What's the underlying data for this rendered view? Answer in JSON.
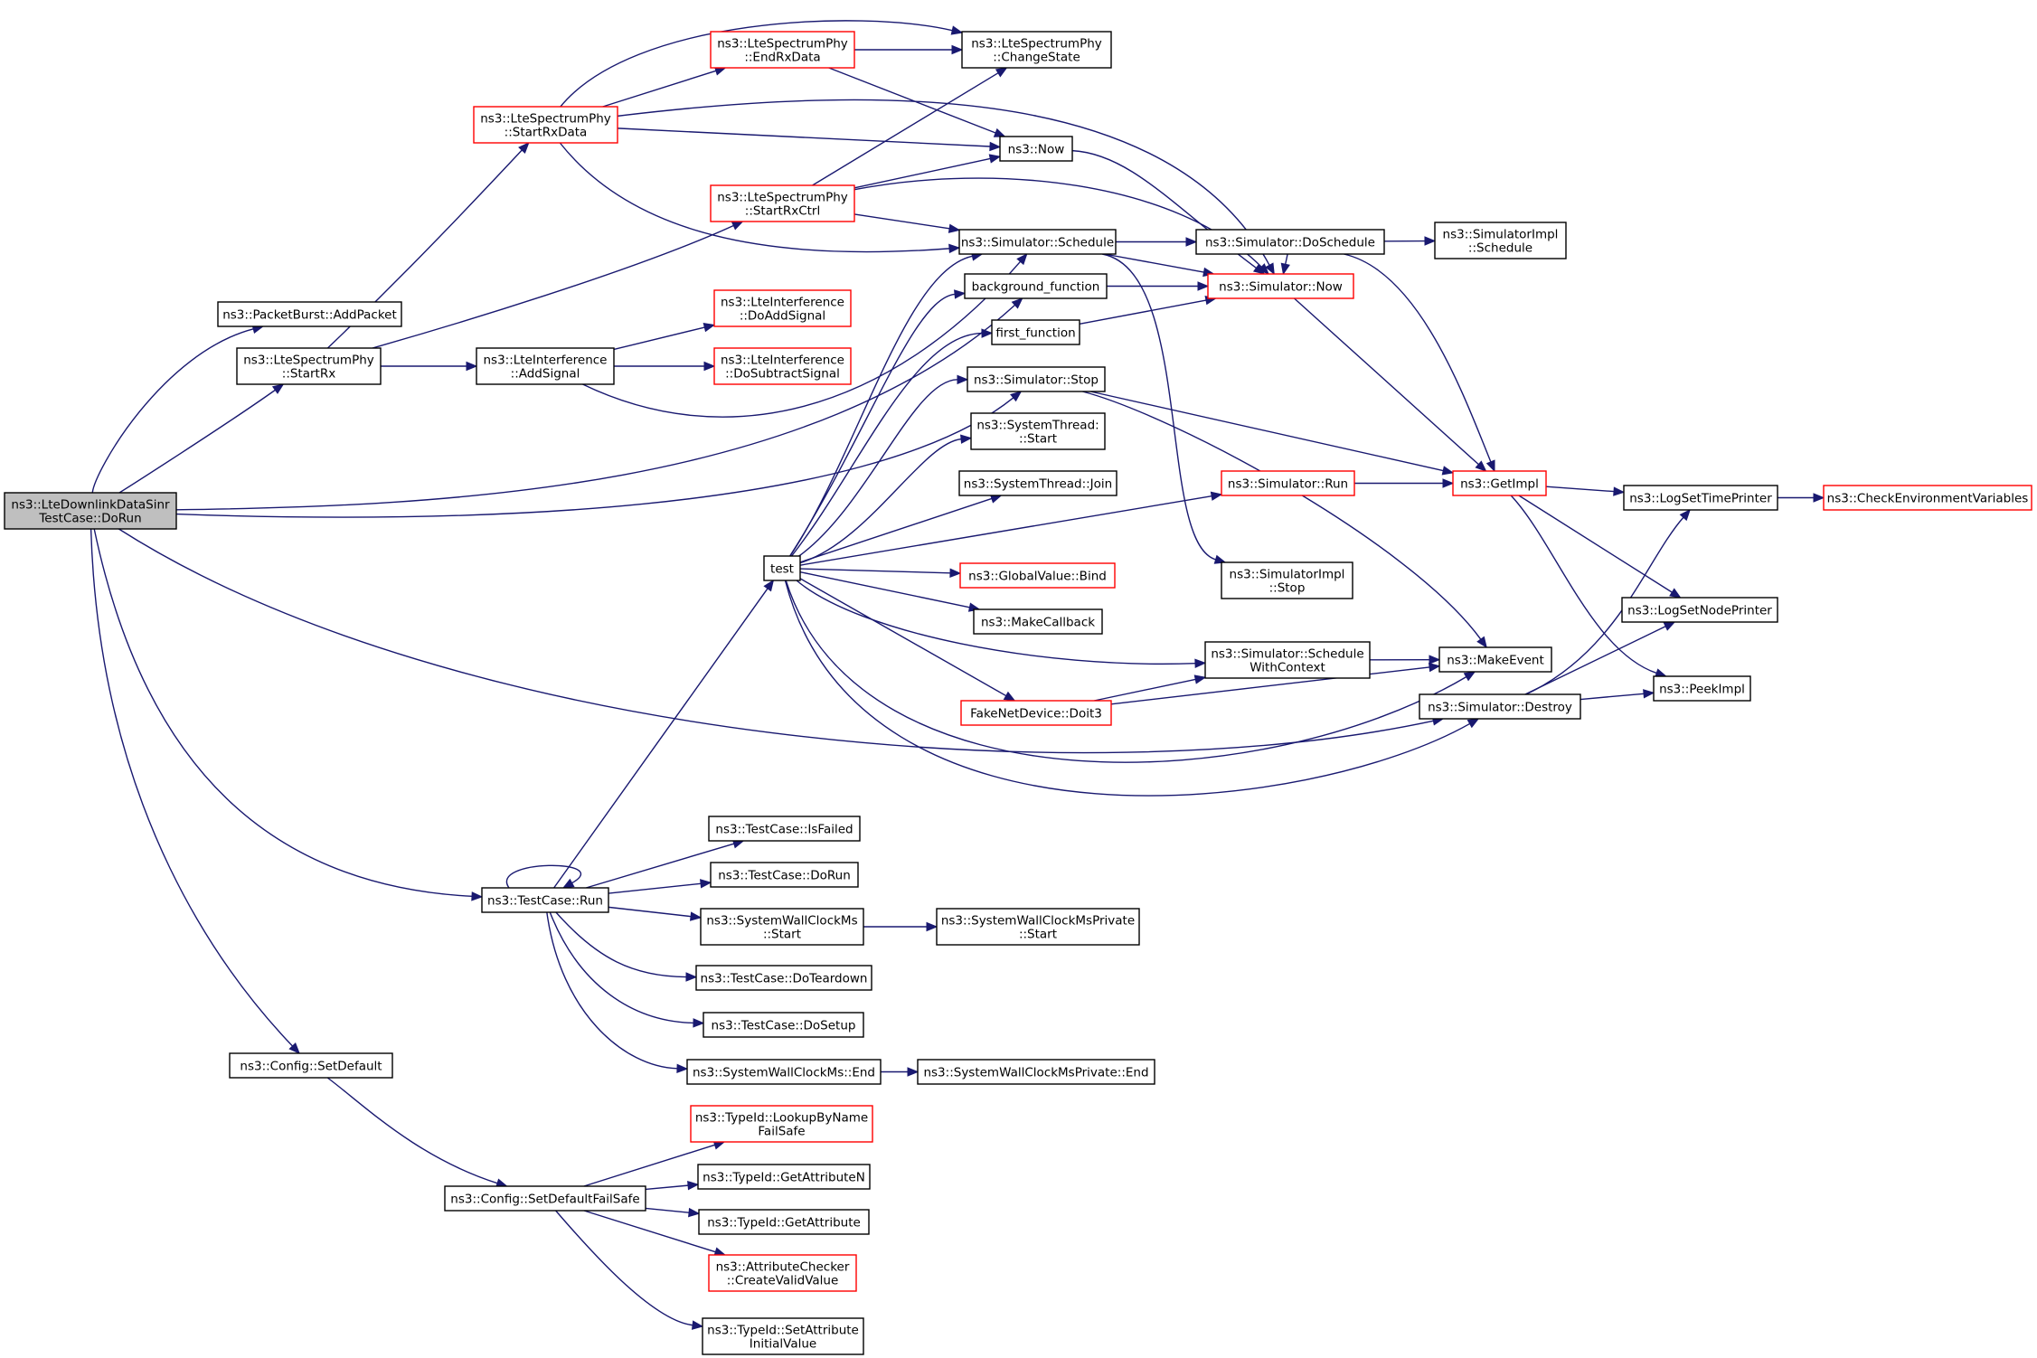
{
  "diagram": {
    "type": "call-graph",
    "colors": {
      "edge": "#191970",
      "normal_border": "#000000",
      "highlight_border": "#ff0000",
      "root_fill": "#bfbfbf"
    },
    "nodes": [
      {
        "id": "root",
        "lines": [
          "ns3::LteDownlinkDataSinr",
          "TestCase::DoRun"
        ],
        "style": "root"
      },
      {
        "id": "addpacket",
        "lines": [
          "ns3::PacketBurst::AddPacket"
        ],
        "style": "normal"
      },
      {
        "id": "startrx",
        "lines": [
          "ns3::LteSpectrumPhy",
          "::StartRx"
        ],
        "style": "normal"
      },
      {
        "id": "startrxdata",
        "lines": [
          "ns3::LteSpectrumPhy",
          "::StartRxData"
        ],
        "style": "red"
      },
      {
        "id": "endrxdata",
        "lines": [
          "ns3::LteSpectrumPhy",
          "::EndRxData"
        ],
        "style": "red"
      },
      {
        "id": "changestate",
        "lines": [
          "ns3::LteSpectrumPhy",
          "::ChangeState"
        ],
        "style": "normal"
      },
      {
        "id": "now",
        "lines": [
          "ns3::Now"
        ],
        "style": "normal"
      },
      {
        "id": "startrxctrl",
        "lines": [
          "ns3::LteSpectrumPhy",
          "::StartRxCtrl"
        ],
        "style": "red"
      },
      {
        "id": "schedule",
        "lines": [
          "ns3::Simulator::Schedule"
        ],
        "style": "normal"
      },
      {
        "id": "doschedule",
        "lines": [
          "ns3::Simulator::DoSchedule"
        ],
        "style": "normal"
      },
      {
        "id": "implschedule",
        "lines": [
          "ns3::SimulatorImpl",
          "::Schedule"
        ],
        "style": "normal"
      },
      {
        "id": "bgfunc",
        "lines": [
          "background_function"
        ],
        "style": "normal"
      },
      {
        "id": "simnow",
        "lines": [
          "ns3::Simulator::Now"
        ],
        "style": "red"
      },
      {
        "id": "firstfunc",
        "lines": [
          "first_function"
        ],
        "style": "normal"
      },
      {
        "id": "doaddsignal",
        "lines": [
          "ns3::LteInterference",
          "::DoAddSignal"
        ],
        "style": "red"
      },
      {
        "id": "addsignal",
        "lines": [
          "ns3::LteInterference",
          "::AddSignal"
        ],
        "style": "normal"
      },
      {
        "id": "dosubsignal",
        "lines": [
          "ns3::LteInterference",
          "::DoSubtractSignal"
        ],
        "style": "red"
      },
      {
        "id": "simstop",
        "lines": [
          "ns3::Simulator::Stop"
        ],
        "style": "normal"
      },
      {
        "id": "threadstart",
        "lines": [
          "ns3::SystemThread:",
          "::Start"
        ],
        "style": "normal"
      },
      {
        "id": "threadjoin",
        "lines": [
          "ns3::SystemThread::Join"
        ],
        "style": "normal"
      },
      {
        "id": "simrun",
        "lines": [
          "ns3::Simulator::Run"
        ],
        "style": "red"
      },
      {
        "id": "getimpl",
        "lines": [
          "ns3::GetImpl"
        ],
        "style": "red"
      },
      {
        "id": "logtime",
        "lines": [
          "ns3::LogSetTimePrinter"
        ],
        "style": "normal"
      },
      {
        "id": "checkenv",
        "lines": [
          "ns3::CheckEnvironmentVariables"
        ],
        "style": "red"
      },
      {
        "id": "test",
        "lines": [
          "test"
        ],
        "style": "normal"
      },
      {
        "id": "gvbind",
        "lines": [
          "ns3::GlobalValue::Bind"
        ],
        "style": "red"
      },
      {
        "id": "implstop",
        "lines": [
          "ns3::SimulatorImpl",
          "::Stop"
        ],
        "style": "normal"
      },
      {
        "id": "lognode",
        "lines": [
          "ns3::LogSetNodePrinter"
        ],
        "style": "normal"
      },
      {
        "id": "makecallback",
        "lines": [
          "ns3::MakeCallback"
        ],
        "style": "normal"
      },
      {
        "id": "schedctx",
        "lines": [
          "ns3::Simulator::Schedule",
          "WithContext"
        ],
        "style": "normal"
      },
      {
        "id": "makeevent",
        "lines": [
          "ns3::MakeEvent"
        ],
        "style": "normal"
      },
      {
        "id": "peekimpl",
        "lines": [
          "ns3::PeekImpl"
        ],
        "style": "normal"
      },
      {
        "id": "doit3",
        "lines": [
          "FakeNetDevice::Doit3"
        ],
        "style": "red"
      },
      {
        "id": "destroy",
        "lines": [
          "ns3::Simulator::Destroy"
        ],
        "style": "normal"
      },
      {
        "id": "isfailed",
        "lines": [
          "ns3::TestCase::IsFailed"
        ],
        "style": "normal"
      },
      {
        "id": "tcdorun",
        "lines": [
          "ns3::TestCase::DoRun"
        ],
        "style": "normal"
      },
      {
        "id": "tcrun",
        "lines": [
          "ns3::TestCase::Run"
        ],
        "style": "normal"
      },
      {
        "id": "wcstart",
        "lines": [
          "ns3::SystemWallClockMs",
          "::Start"
        ],
        "style": "normal"
      },
      {
        "id": "wcpstart",
        "lines": [
          "ns3::SystemWallClockMsPrivate",
          "::Start"
        ],
        "style": "normal"
      },
      {
        "id": "teardown",
        "lines": [
          "ns3::TestCase::DoTeardown"
        ],
        "style": "normal"
      },
      {
        "id": "setup",
        "lines": [
          "ns3::TestCase::DoSetup"
        ],
        "style": "normal"
      },
      {
        "id": "wcend",
        "lines": [
          "ns3::SystemWallClockMs::End"
        ],
        "style": "normal"
      },
      {
        "id": "wcpend",
        "lines": [
          "ns3::SystemWallClockMsPrivate::End"
        ],
        "style": "normal"
      },
      {
        "id": "setdefault",
        "lines": [
          "ns3::Config::SetDefault"
        ],
        "style": "normal"
      },
      {
        "id": "lookup",
        "lines": [
          "ns3::TypeId::LookupByName",
          "FailSafe"
        ],
        "style": "red"
      },
      {
        "id": "setdefaultfs",
        "lines": [
          "ns3::Config::SetDefaultFailSafe"
        ],
        "style": "normal"
      },
      {
        "id": "getattrn",
        "lines": [
          "ns3::TypeId::GetAttributeN"
        ],
        "style": "normal"
      },
      {
        "id": "getattr",
        "lines": [
          "ns3::TypeId::GetAttribute"
        ],
        "style": "normal"
      },
      {
        "id": "createvalid",
        "lines": [
          "ns3::AttributeChecker",
          "::CreateValidValue"
        ],
        "style": "red"
      },
      {
        "id": "setattrinit",
        "lines": [
          "ns3::TypeId::SetAttribute",
          "InitialValue"
        ],
        "style": "normal"
      }
    ]
  }
}
